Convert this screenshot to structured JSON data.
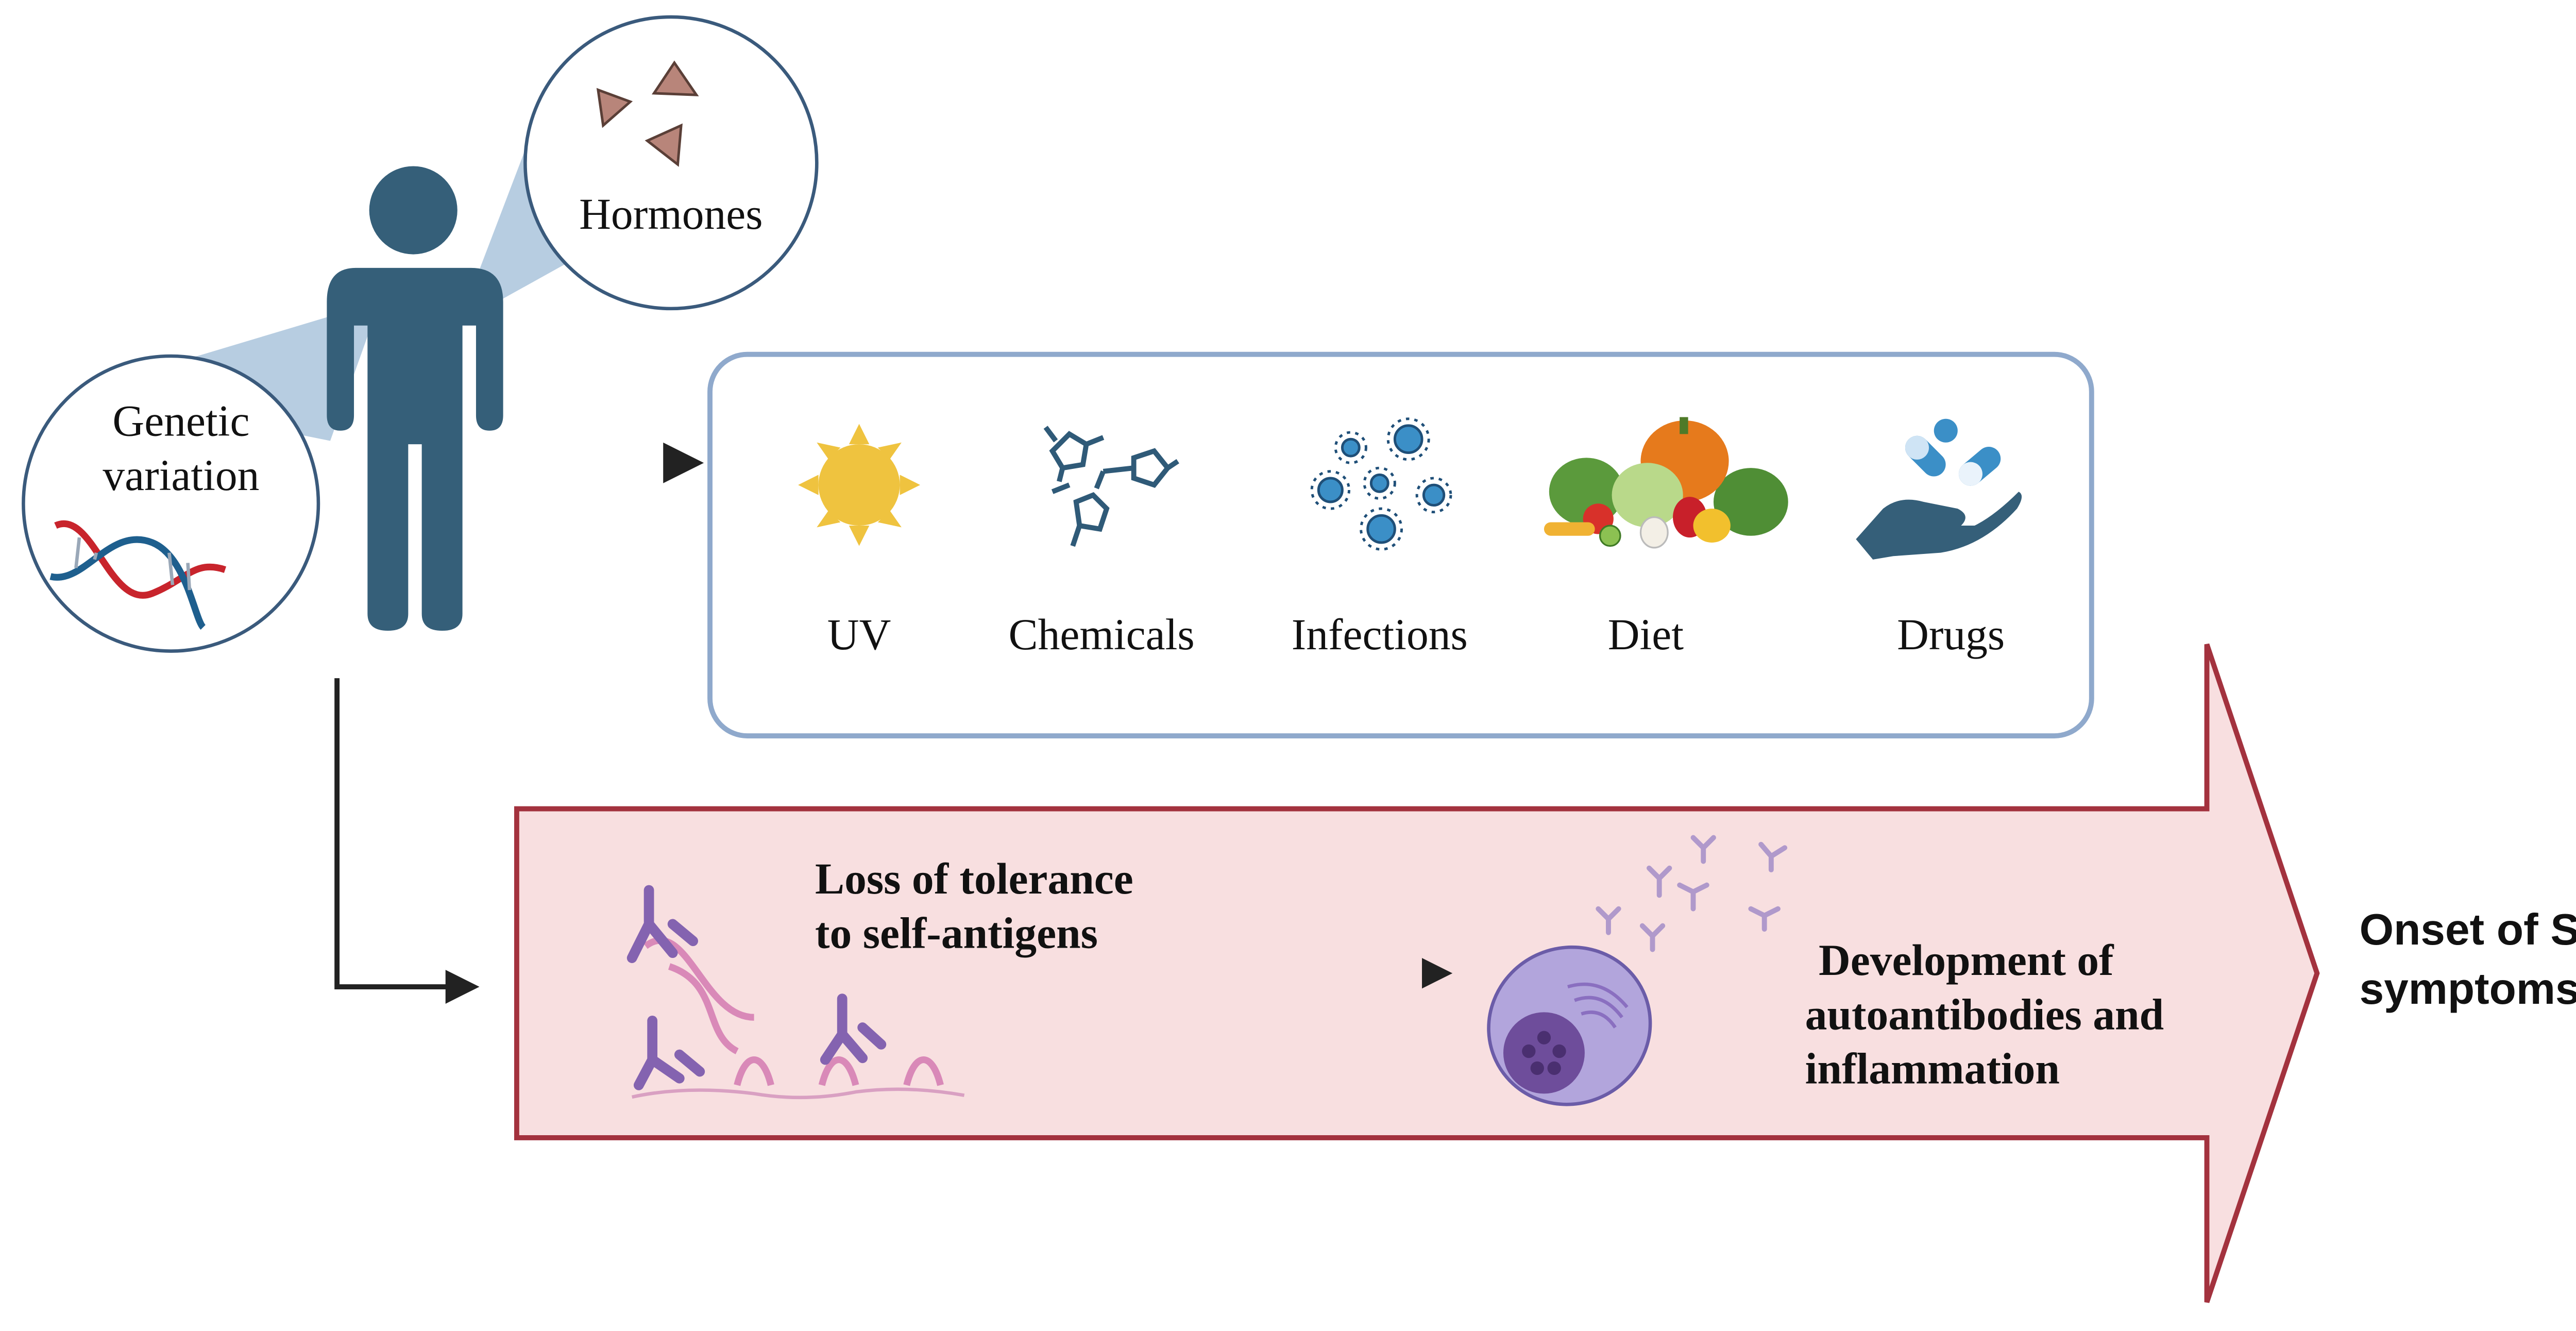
{
  "bubbles": {
    "hormones": "Hormones",
    "genetic_line1": "Genetic",
    "genetic_line2": "variation"
  },
  "environment": {
    "items": [
      {
        "label": "UV",
        "icon": "sun-icon"
      },
      {
        "label": "Chemicals",
        "icon": "chemical-structure-icon"
      },
      {
        "label": "Infections",
        "icon": "virus-icon"
      },
      {
        "label": "Diet",
        "icon": "vegetables-icon"
      },
      {
        "label": "Drugs",
        "icon": "pills-hand-icon"
      }
    ]
  },
  "pathway": {
    "step1_line1": "Loss of tolerance",
    "step1_line2": "to self-antigens",
    "step2_line1": "Development of",
    "step2_line2": "autoantibodies and",
    "step2_line3": "inflammation",
    "outcome_line1": "Onset of SLE",
    "outcome_line2": "symptoms"
  },
  "colors": {
    "person": "#355f79",
    "bubble_outline": "#3a5a7c",
    "bubble_cone": "#aac4dc",
    "box_outline": "#8fa9cc",
    "arrow_fill": "#f8dfe0",
    "arrow_outline": "#a3323e",
    "sun": "#efc33f",
    "chem": "#2f5a78",
    "virus": "#3b8fc7",
    "antibody": "#8463b0",
    "dna_pink": "#d989b8",
    "cell": "#b2a5dc"
  }
}
